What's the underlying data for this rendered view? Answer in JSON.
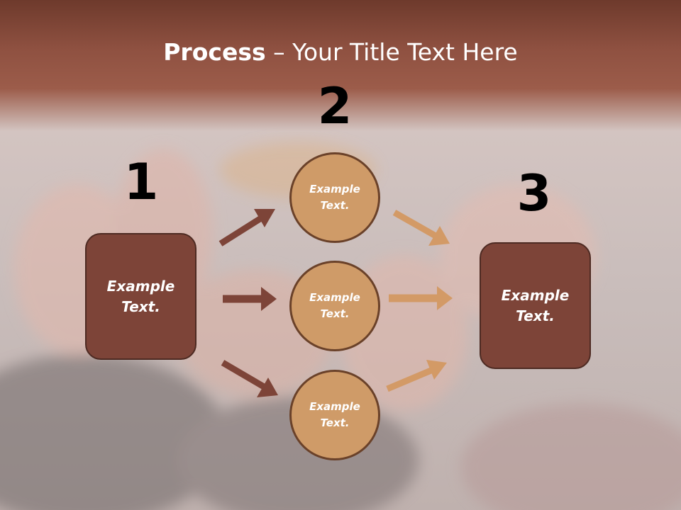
{
  "title": {
    "bold": "Process",
    "rest": " – Your Title Text Here"
  },
  "steps": [
    "1",
    "2",
    "3"
  ],
  "start_box": {
    "text": "Example Text."
  },
  "middle_circles": [
    {
      "text": "Example Text."
    },
    {
      "text": "Example Text."
    },
    {
      "text": "Example Text."
    }
  ],
  "end_box": {
    "text": "Example Text."
  },
  "colors": {
    "box_fill": "#7d4438",
    "circle_fill": "#cf9b68",
    "arrow_dark": "#7d4438",
    "arrow_light": "#d39a66"
  }
}
